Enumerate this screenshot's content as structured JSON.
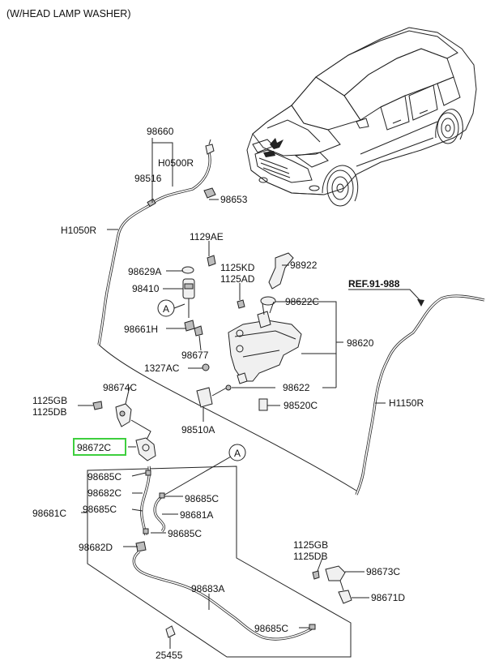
{
  "header": "(W/HEAD LAMP WASHER)",
  "reference": "REF.91-988",
  "callout_letter": "A",
  "highlighted_part": "98672C",
  "highlight_color": "#3ecf3e",
  "labels": {
    "p98660": "98660",
    "pH0500R": "H0500R",
    "p98516": "98516",
    "p98653": "98653",
    "pH1050R": "H1050R",
    "p1129AE": "1129AE",
    "p98629A": "98629A",
    "p98922": "98922",
    "p1125KD": "1125KD",
    "p1125AD": "1125AD",
    "p98410": "98410",
    "p98622C": "98622C",
    "p98661H": "98661H",
    "p98677": "98677",
    "p98620": "98620",
    "p1327AC": "1327AC",
    "p98622": "98622",
    "p98674C": "98674C",
    "p1125GB_l": "1125GB",
    "p1125DB_l": "1125DB",
    "p98520C": "98520C",
    "pH1150R": "H1150R",
    "p98510A": "98510A",
    "p98672C": "98672C",
    "p98685C_a": "98685C",
    "p98682C_a": "98682C",
    "p98685C_b": "98685C",
    "p98685C_c": "98685C",
    "p98681C": "98681C",
    "p98681A": "98681A",
    "p98685C_d": "98685C",
    "p98682D": "98682D",
    "p1125GB_r": "1125GB",
    "p1125DB_r": "1125DB",
    "p98673C": "98673C",
    "p98683A": "98683A",
    "p98671D": "98671D",
    "p98685C_e": "98685C",
    "p25455": "25455"
  }
}
